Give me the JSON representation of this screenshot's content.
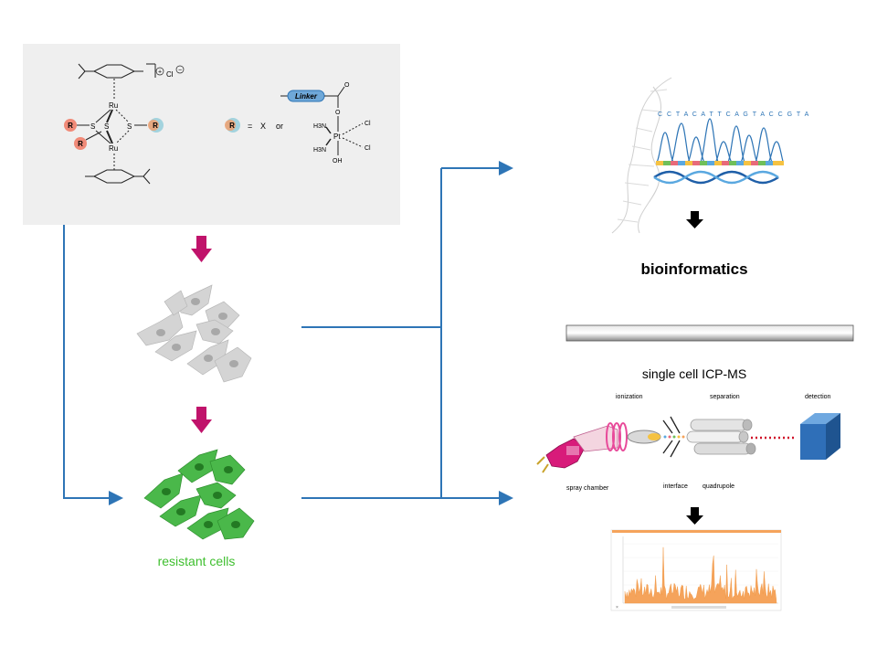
{
  "chemistry": {
    "ru_label": "Ru",
    "s_label": "S",
    "r_label": "R",
    "charge_plus": "+",
    "chloride": "Cl",
    "charge_minus": "−",
    "equals": "=",
    "x_label": "X",
    "or_label": "or",
    "linker_label": "Linker",
    "o_label": "O",
    "pt_label": "Pt",
    "h3n_label": "H3N",
    "cl_label": "Cl",
    "oh_label": "OH"
  },
  "dna_sequence": "C C T A C A T T C A G T A C C G T A",
  "bioinformatics_label": "bioinformatics",
  "icp_title": "single cell ICP-MS",
  "icp_parts": {
    "ionization": "ionization",
    "separation": "separation",
    "detection": "detection",
    "spray_chamber": "spray chamber",
    "interface": "interface",
    "quadrupole": "quadrupole"
  },
  "resistant_label": "resistant cells",
  "colors": {
    "arrow_blue": "#2e75b6",
    "arrow_magenta": "#c0136b",
    "resistant_green": "#3fbf2f",
    "cells_grey": "#cfcfcf",
    "detector_blue": "#2f6fb8",
    "spectrum_orange": "#f5a35b"
  }
}
